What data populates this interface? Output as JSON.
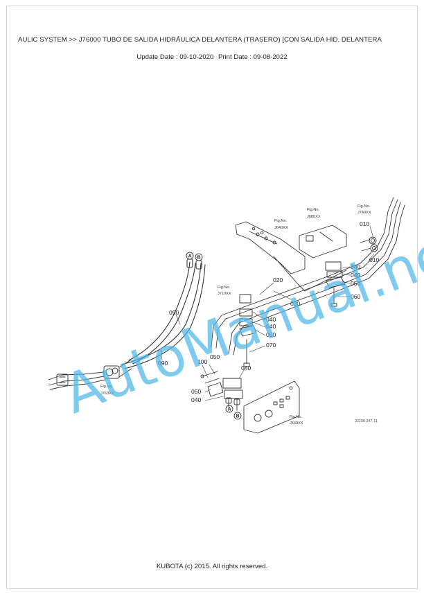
{
  "header": {
    "title": "AULIC SYSTEM >> J76000   TUBO DE SALIDA HIDRÁULICA DELANTERA (TRASERO) [CON SALIDA HID.  DELANTERA",
    "update_date": "Update Date : 09-10-2020",
    "print_date": "Print Date : 09-08-2022"
  },
  "diagram": {
    "part_labels": {
      "p010a": "010",
      "p010b": "010",
      "p020": "020",
      "p030": "030",
      "p040a": "040",
      "p040b": "040",
      "p040c": "040",
      "p040d": "040",
      "p040e": "040",
      "p040f": "040",
      "p050a": "050",
      "p050b": "050",
      "p050c": "050",
      "p050d": "050",
      "p060": "060",
      "p070": "070",
      "p090a": "090",
      "p090b": "090",
      "p100": "100"
    },
    "fig_refs": {
      "f1": {
        "label": "Fig.No.",
        "code": "J740XX"
      },
      "f2": {
        "label": "Fig.No.",
        "code": "J680XX"
      },
      "f3": {
        "label": "Fig.No.",
        "code": "J640XX"
      },
      "f4": {
        "label": "Fig.No.",
        "code": "J710XX"
      },
      "f5": {
        "label": "Fig.No.",
        "code": "J763XX"
      },
      "f6": {
        "label": "Fig.No.",
        "code": "J540XX"
      }
    },
    "port_markers": {
      "a_top": "A",
      "b_top": "B",
      "a_bottom": "A",
      "b_bottom": "B"
    },
    "drawing_code": "3J230-347-11"
  },
  "watermark": "AutoManual.net",
  "footer": {
    "copyright": "KUBOTA (c) 2015. All rights reserved."
  }
}
